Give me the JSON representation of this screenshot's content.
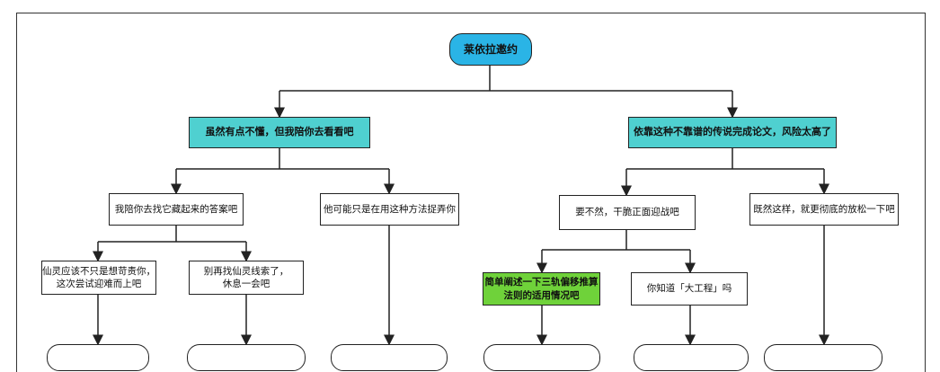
{
  "nodes": {
    "root": "莱依拉邀约",
    "left_choice": "虽然有点不懂，但我陪你去看看吧",
    "right_choice": "依靠这种不靠谱的传说完成论文，风险太高了",
    "l1": "我陪你去找它藏起来的答案吧",
    "l2": "他可能只是在用这种方法捉弄你",
    "r1": "要不然，干脆正面迎战吧",
    "r2": "既然这样，就更彻底的放松一下吧",
    "ll1": "仙灵应该不只是想苛责你，\n这次尝试迎难而上吧",
    "ll2": "别再找仙灵线索了，\n休息一会吧",
    "rl1": "简单阐述一下三轨偏移推算\n法则的适用情况吧",
    "rl2": "你知道「大工程」吗"
  },
  "colors": {
    "root": "#2ab4e6",
    "teal": "#4fd0d0",
    "green": "#6fd23a"
  }
}
